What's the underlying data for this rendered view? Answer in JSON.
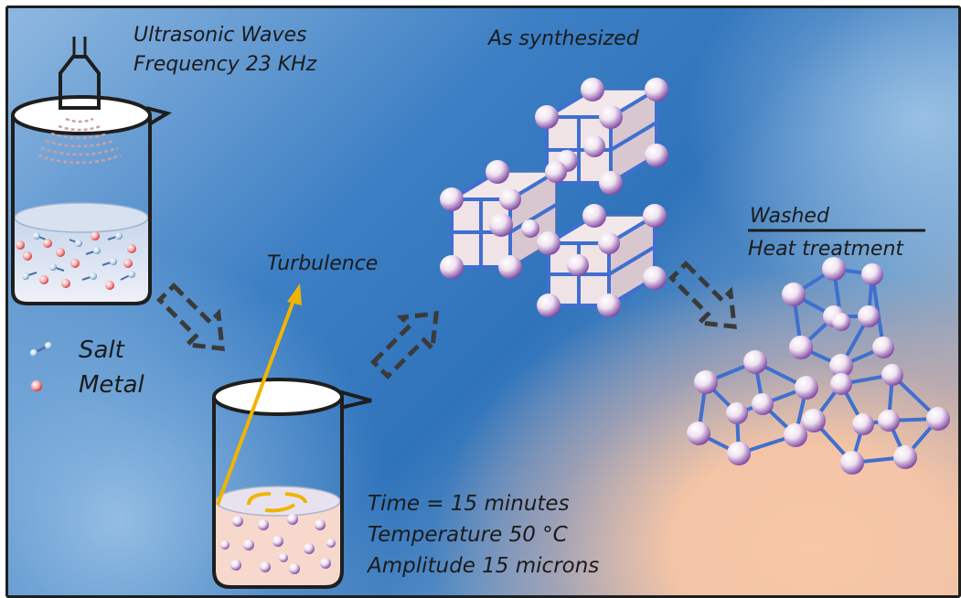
{
  "labels": {
    "ultrasonic": "Ultrasonic Waves",
    "frequency": "Frequency 23 KHz",
    "as_synthesized": "As synthesized",
    "turbulence": "Turbulence",
    "washed": "Washed",
    "heat_treatment": "Heat treatment",
    "salt": "Salt",
    "metal": "Metal",
    "time": "Time = 15 minutes",
    "temperature": "Temperature 50 °C",
    "amplitude": "Amplitude 15 microns"
  },
  "colors": {
    "arrow_turbulence": "#f0b400",
    "lattice_bond": "#3f6fd0",
    "sphere_light": "#f4ecf3",
    "sphere_dark": "#7a3f9e",
    "cube_face": "#efe3e6",
    "dashed_arrow": "#3a3a3a"
  }
}
